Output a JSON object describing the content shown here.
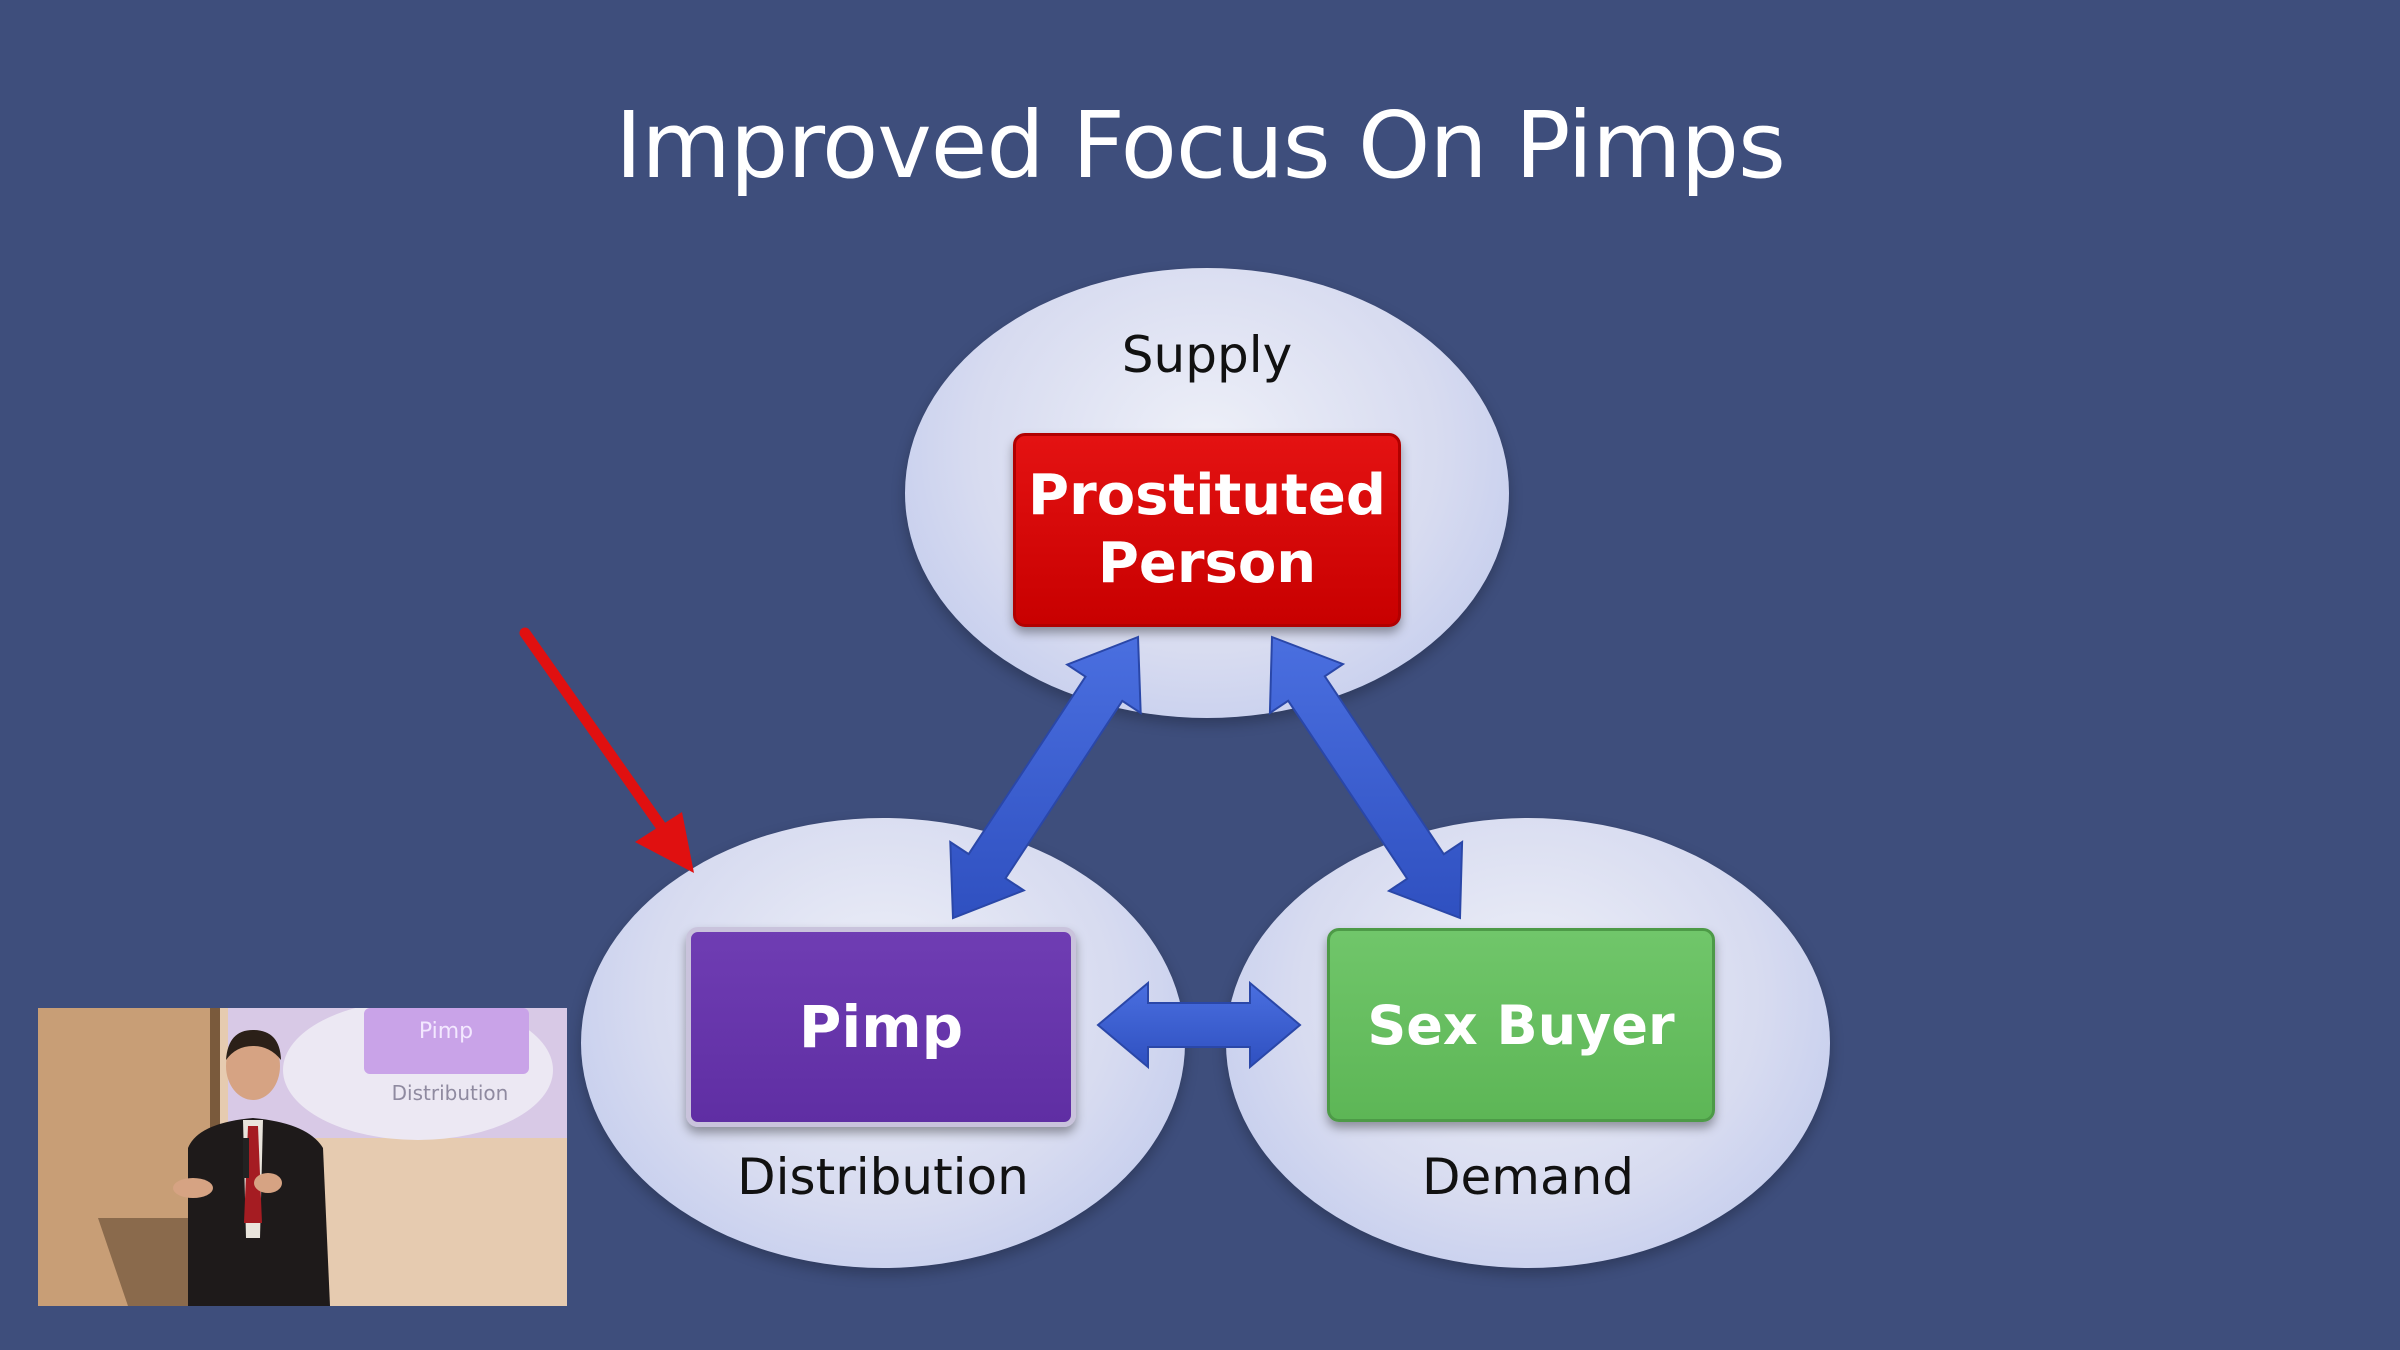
{
  "slide": {
    "title": "Improved Focus On Pimps",
    "nodes": {
      "supply": {
        "ellipse_label": "Supply",
        "box_label": "Prostituted\nPerson",
        "color": "#d80a0a"
      },
      "distribution": {
        "ellipse_label": "Distribution",
        "box_label": "Pimp",
        "color": "#6a35ad"
      },
      "demand": {
        "ellipse_label": "Demand",
        "box_label": "Sex Buyer",
        "color": "#69bf61"
      }
    },
    "colors": {
      "background": "#3e4e7c",
      "arrow": "#3b5fd0",
      "pointer_arrow": "#e01010"
    }
  },
  "speaker_video": {
    "screen_box_label": "Pimp",
    "screen_ellipse_label": "Distribution"
  }
}
